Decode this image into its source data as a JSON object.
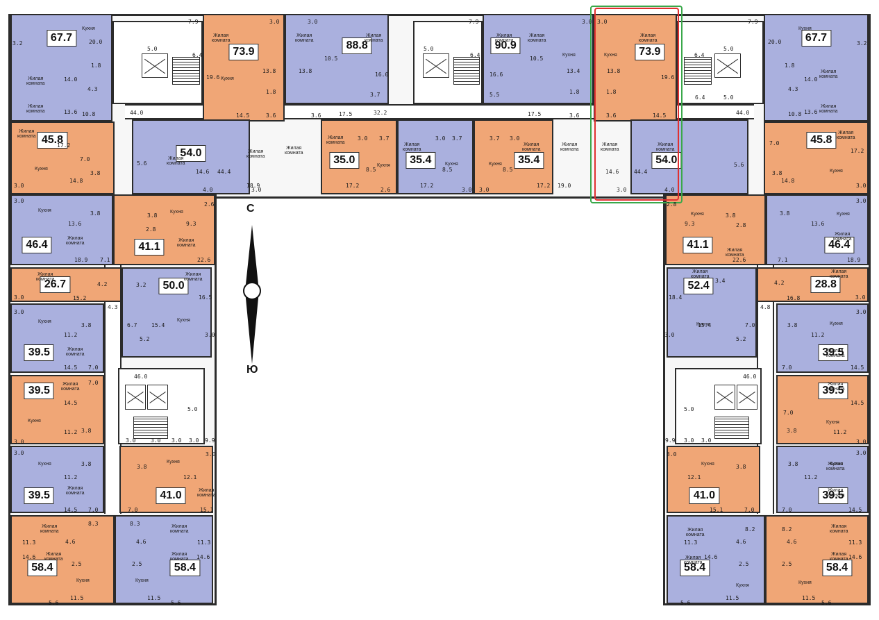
{
  "compass": {
    "north": "С",
    "south": "Ю"
  },
  "room_labels": {
    "living": "Жилая\nкомната",
    "kitchen": "Кухня"
  },
  "colors": {
    "blue": "#aab0de",
    "orange": "#f0a676",
    "wall": "#2b2b2b",
    "highlight_red": "#e03030",
    "highlight_green": "#3aa84a"
  },
  "apartments": [
    {
      "total": "67.7",
      "color": "blue"
    },
    {
      "total": "73.9",
      "color": "orange"
    },
    {
      "total": "88.8",
      "color": "blue"
    },
    {
      "total": "90.9",
      "color": "blue"
    },
    {
      "total": "73.9",
      "color": "orange",
      "highlighted": true
    },
    {
      "total": "67.7",
      "color": "blue"
    },
    {
      "total": "45.8",
      "color": "orange"
    },
    {
      "total": "54.0",
      "color": "blue"
    },
    {
      "total": "35.0",
      "color": "orange"
    },
    {
      "total": "35.4",
      "color": "blue"
    },
    {
      "total": "35.4",
      "color": "orange"
    },
    {
      "total": "54.0",
      "color": "blue",
      "highlighted": true
    },
    {
      "total": "45.8",
      "color": "orange"
    },
    {
      "total": "46.4",
      "color": "blue"
    },
    {
      "total": "41.1",
      "color": "orange"
    },
    {
      "total": "41.1",
      "color": "orange"
    },
    {
      "total": "46.4",
      "color": "blue"
    },
    {
      "total": "26.7",
      "color": "orange"
    },
    {
      "total": "50.0",
      "color": "blue"
    },
    {
      "total": "52.4",
      "color": "blue"
    },
    {
      "total": "28.8",
      "color": "orange"
    },
    {
      "total": "39.5",
      "color": "blue"
    },
    {
      "total": "39.5",
      "color": "blue"
    },
    {
      "total": "39.5",
      "color": "orange"
    },
    {
      "total": "39.5",
      "color": "orange"
    },
    {
      "total": "39.5",
      "color": "blue"
    },
    {
      "total": "41.0",
      "color": "orange"
    },
    {
      "total": "41.0",
      "color": "orange"
    },
    {
      "total": "39.5",
      "color": "blue"
    },
    {
      "total": "58.4",
      "color": "orange"
    },
    {
      "total": "58.4",
      "color": "blue"
    },
    {
      "total": "58.4",
      "color": "blue"
    },
    {
      "total": "58.4",
      "color": "orange"
    }
  ],
  "room_areas": [
    "20.0",
    "14.0",
    "13.6",
    "10.8",
    "4.3",
    "1.8",
    "3.2",
    "19.6",
    "13.8",
    "14.5",
    "3.6",
    "1.8",
    "3.0",
    "16.0",
    "10.5",
    "13.8",
    "17.5",
    "3.6",
    "3.7",
    "3.0",
    "16.6",
    "5.5",
    "10.5",
    "17.5",
    "13.4",
    "3.6",
    "1.8",
    "3.0",
    "13.8",
    "19.6",
    "14.5",
    "3.6",
    "1.8",
    "3.0",
    "20.0",
    "14.0",
    "13.6",
    "10.8",
    "4.3",
    "1.8",
    "3.2",
    "7.9",
    "7.9",
    "7.9",
    "6.4",
    "5.0",
    "6.4",
    "5.0",
    "6.4",
    "5.0",
    "6.4",
    "5.0",
    "44.0",
    "44.0",
    "32.2",
    "17.2",
    "7.0",
    "14.8",
    "3.8",
    "3.0",
    "44.4",
    "5.6",
    "14.6",
    "18.9",
    "4.0",
    "3.0",
    "3.0",
    "3.7",
    "8.5",
    "17.2",
    "2.6",
    "3.0",
    "3.7",
    "8.5",
    "17.2",
    "3.0",
    "3.7",
    "3.0",
    "8.5",
    "17.2",
    "3.0",
    "19.0",
    "14.6",
    "44.4",
    "3.0",
    "4.0",
    "5.6",
    "17.2",
    "7.0",
    "14.8",
    "3.8",
    "3.0",
    "13.6",
    "3.8",
    "3.0",
    "18.9",
    "7.1",
    "9.3",
    "3.8",
    "2.8",
    "2.6",
    "22.6",
    "9.3",
    "3.8",
    "2.8",
    "2.8",
    "22.6",
    "13.6",
    "3.8",
    "3.0",
    "18.9",
    "7.1",
    "15.2",
    "4.2",
    "4.3",
    "3.0",
    "3.2",
    "16.5",
    "6.7",
    "15.4",
    "5.2",
    "3.0",
    "18.4",
    "3.4",
    "15.4",
    "7.0",
    "5.2",
    "3.0",
    "16.8",
    "4.2",
    "4.8",
    "3.0",
    "11.2",
    "3.8",
    "14.5",
    "7.0",
    "3.0",
    "11.2",
    "3.8",
    "14.5",
    "7.0",
    "3.0",
    "7.0",
    "14.5",
    "11.2",
    "3.8",
    "3.0",
    "7.0",
    "14.5",
    "11.2",
    "3.8",
    "3.0",
    "46.0",
    "46.0",
    "5.0",
    "5.0",
    "9.9",
    "9.9",
    "3.0",
    "3.0",
    "3.0",
    "3.0",
    "3.0",
    "3.0",
    "11.2",
    "3.8",
    "14.5",
    "7.0",
    "3.0",
    "3.8",
    "12.1",
    "7.0",
    "15.1",
    "3.0",
    "3.8",
    "12.1",
    "15.1",
    "7.0",
    "3.0",
    "11.2",
    "3.8",
    "14.5",
    "7.0",
    "3.0",
    "11.3",
    "14.6",
    "8.3",
    "4.6",
    "2.5",
    "11.5",
    "5.6",
    "8.3",
    "4.6",
    "2.5",
    "11.3",
    "14.6",
    "11.5",
    "5.6",
    "11.3",
    "14.6",
    "8.2",
    "4.6",
    "2.5",
    "11.5",
    "5.6",
    "8.2",
    "4.6",
    "2.5",
    "11.3",
    "14.6",
    "11.5",
    "5.6"
  ]
}
